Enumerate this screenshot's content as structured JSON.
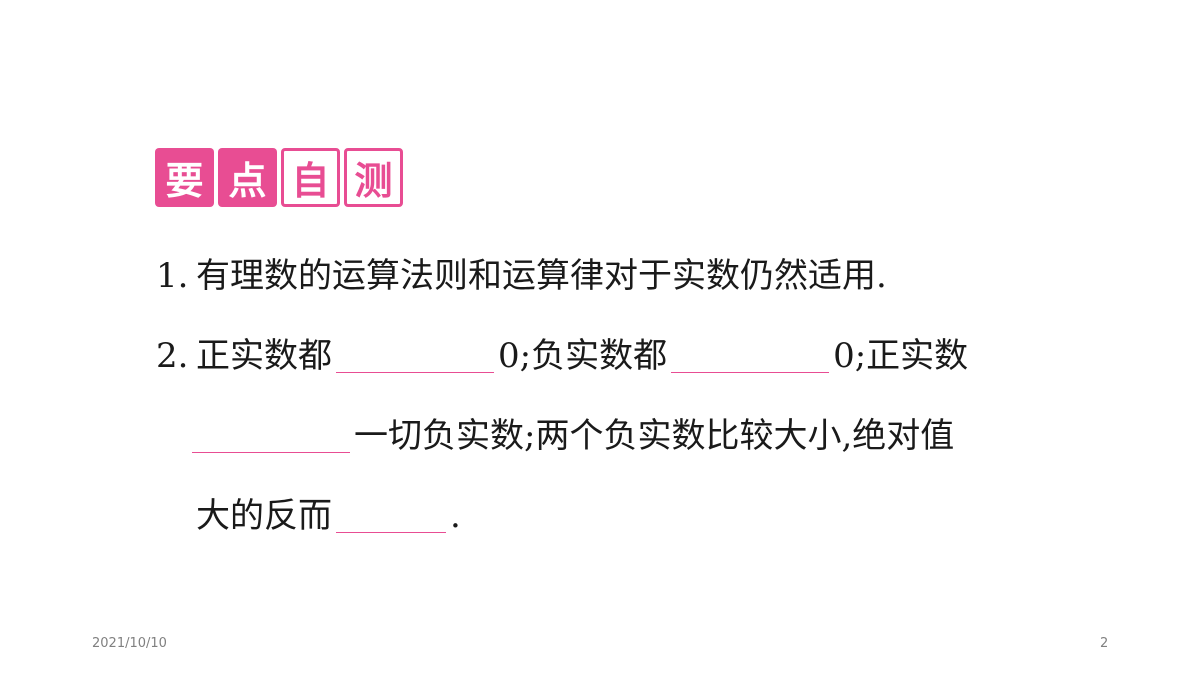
{
  "badge": {
    "chars": [
      "要",
      "点",
      "自",
      "测"
    ]
  },
  "items": [
    {
      "number": "1.",
      "text": "有理数的运算法则和运算律对于实数仍然适用."
    },
    {
      "number": "2.",
      "line1_a": "正实数都",
      "line1_b": "0;负实数都",
      "line1_c": "0;正实数",
      "line2": "一切负实数;两个负实数比较大小,绝对值",
      "line3_a": "大的反而",
      "line3_b": "."
    }
  ],
  "footer": {
    "date": "2021/10/10",
    "page": "2"
  },
  "colors": {
    "accent": "#e84d93"
  }
}
